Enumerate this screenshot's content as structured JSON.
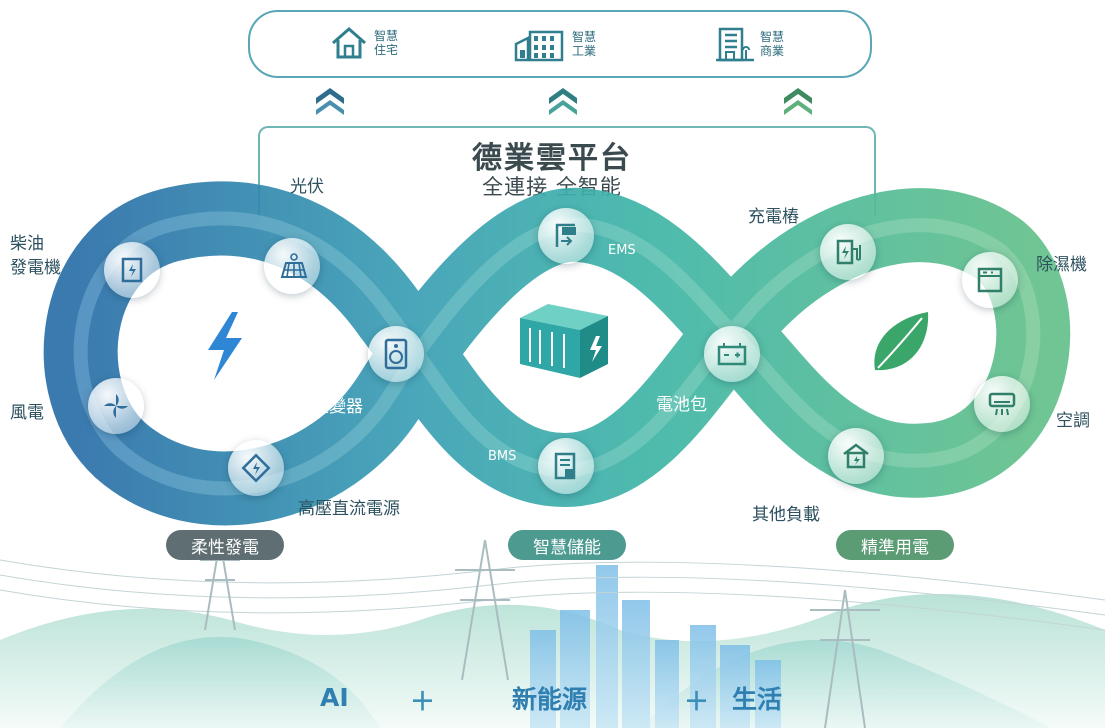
{
  "top_segments": [
    {
      "label_line1": "智慧",
      "label_line2": "住宅",
      "icon": "house-icon"
    },
    {
      "label_line1": "智慧",
      "label_line2": "工業",
      "icon": "factory-icon"
    },
    {
      "label_line1": "智慧",
      "label_line2": "商業",
      "icon": "building-icon"
    }
  ],
  "platform": {
    "title": "德業雲平台",
    "subtitle": "全連接 全智能"
  },
  "labels": {
    "pv": "光伏",
    "diesel_line1": "柴油",
    "diesel_line2": "發電機",
    "wind": "風電",
    "inverter": "逆變器",
    "hvdc": "高壓直流電源",
    "ems": "EMS",
    "bms": "BMS",
    "charger": "充電樁",
    "battery_pack": "電池包",
    "dehumidifier": "除濕機",
    "ac": "空調",
    "other_load": "其他負載"
  },
  "pills": {
    "flexible_generation": "柔性發電",
    "smart_storage": "智慧儲能",
    "precise_consumption": "精準用電"
  },
  "bottom": {
    "ai": "AI",
    "plus1": "＋",
    "new_energy": "新能源",
    "plus2": "＋",
    "life": "生活"
  },
  "colors": {
    "blue": "#2f7fb4",
    "teal": "#3fb3a8",
    "green": "#58b981",
    "pill_gray": "#5f6e72",
    "pill_teal": "#4d9a90",
    "pill_green": "#5b9c74"
  }
}
